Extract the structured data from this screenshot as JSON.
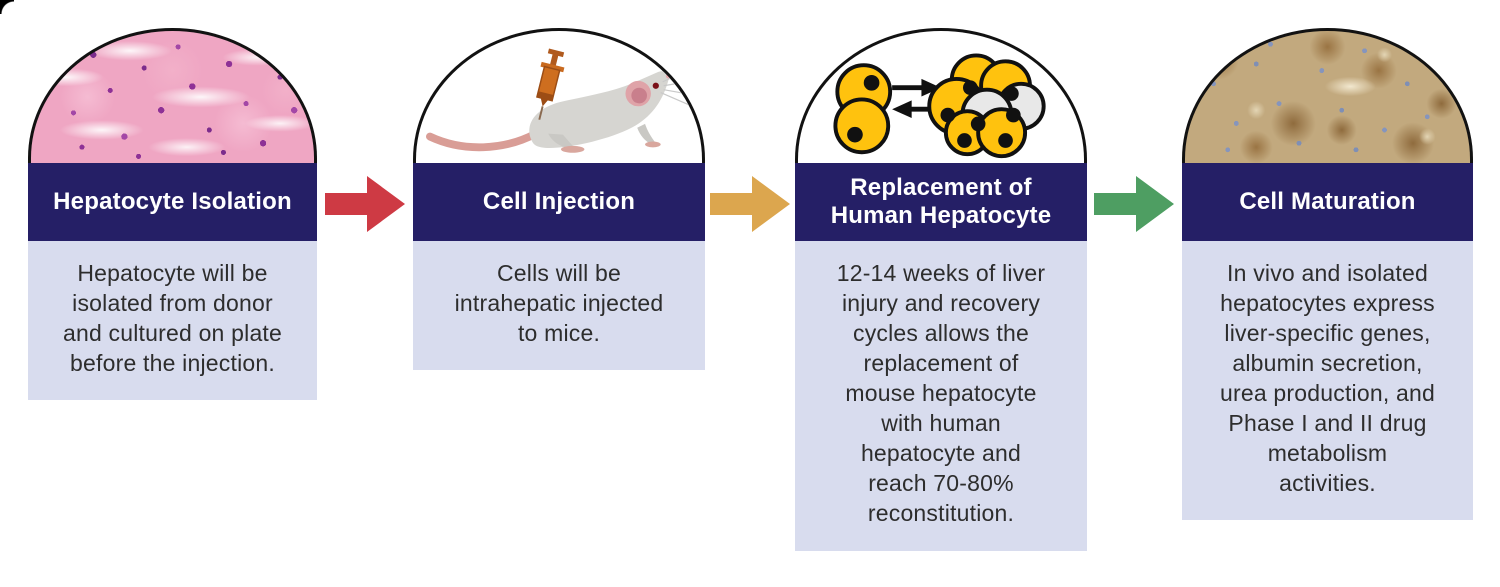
{
  "steps": [
    {
      "title": "Hepatocyte Isolation",
      "description": "Hepatocyte will be\nisolated from donor\nand cultured on plate\nbefore the injection.",
      "image": "he-stained-liver-histology"
    },
    {
      "title": "Cell Injection",
      "description": "Cells will be\nintrahepatic injected\nto mice.",
      "image": "mouse-with-syringe-illustration"
    },
    {
      "title": "Replacement of\nHuman Hepatocyte",
      "description": "12-14 weeks of liver\ninjury and recovery\ncycles allows the\nreplacement of\nmouse hepatocyte\nwith human\nhepatocyte and\nreach 70-80%\nreconstitution.",
      "image": "hepatocyte-replacement-cells-icon"
    },
    {
      "title": "Cell Maturation",
      "description": "In vivo and isolated\nhepatocytes express\nliver-specific genes,\nalbumin secretion,\nurea production, and\nPhase I and II drug\nmetabolism\nactivities.",
      "image": "ihc-stained-liver-histology"
    }
  ],
  "arrows": [
    {
      "color": "#CE3A44",
      "direction": "right"
    },
    {
      "color": "#DCA64E",
      "direction": "right"
    },
    {
      "color": "#4E9E62",
      "direction": "right"
    }
  ],
  "colors": {
    "title_bar": "#251F66",
    "body_bg": "#D8DCEE",
    "title_text": "#FFFFFF",
    "body_text": "#2D2D2D",
    "dome_outline": "#121212",
    "cell_yellow": "#FFC20E",
    "cell_gray": "#E8E8E8"
  }
}
